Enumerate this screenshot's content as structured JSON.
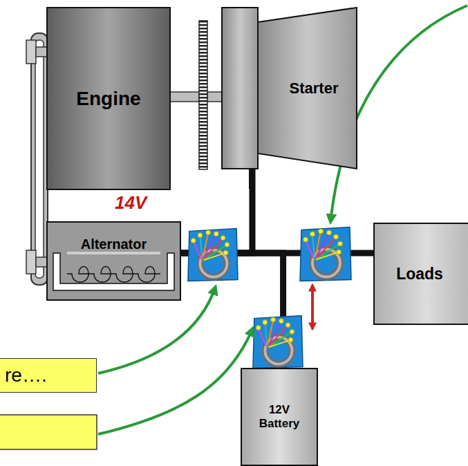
{
  "diagram": {
    "nodes": [
      {
        "text": [
          "Engine"
        ]
      },
      {
        "text": [
          "Starter"
        ]
      },
      {
        "text": [
          "Alternator"
        ]
      },
      {
        "text": [
          "Loads"
        ]
      },
      {
        "text": [
          "12V Battery"
        ]
      },
      {
        "text": [
          "re…."
        ]
      }
    ],
    "edges": [
      {
        "from": 2,
        "to": 3,
        "arrow": "none"
      },
      {
        "from": 2,
        "to": 4,
        "arrow": "none"
      },
      {
        "from": 2,
        "to": 1,
        "arrow": "none"
      }
    ],
    "labels": [
      "14V"
    ]
  }
}
